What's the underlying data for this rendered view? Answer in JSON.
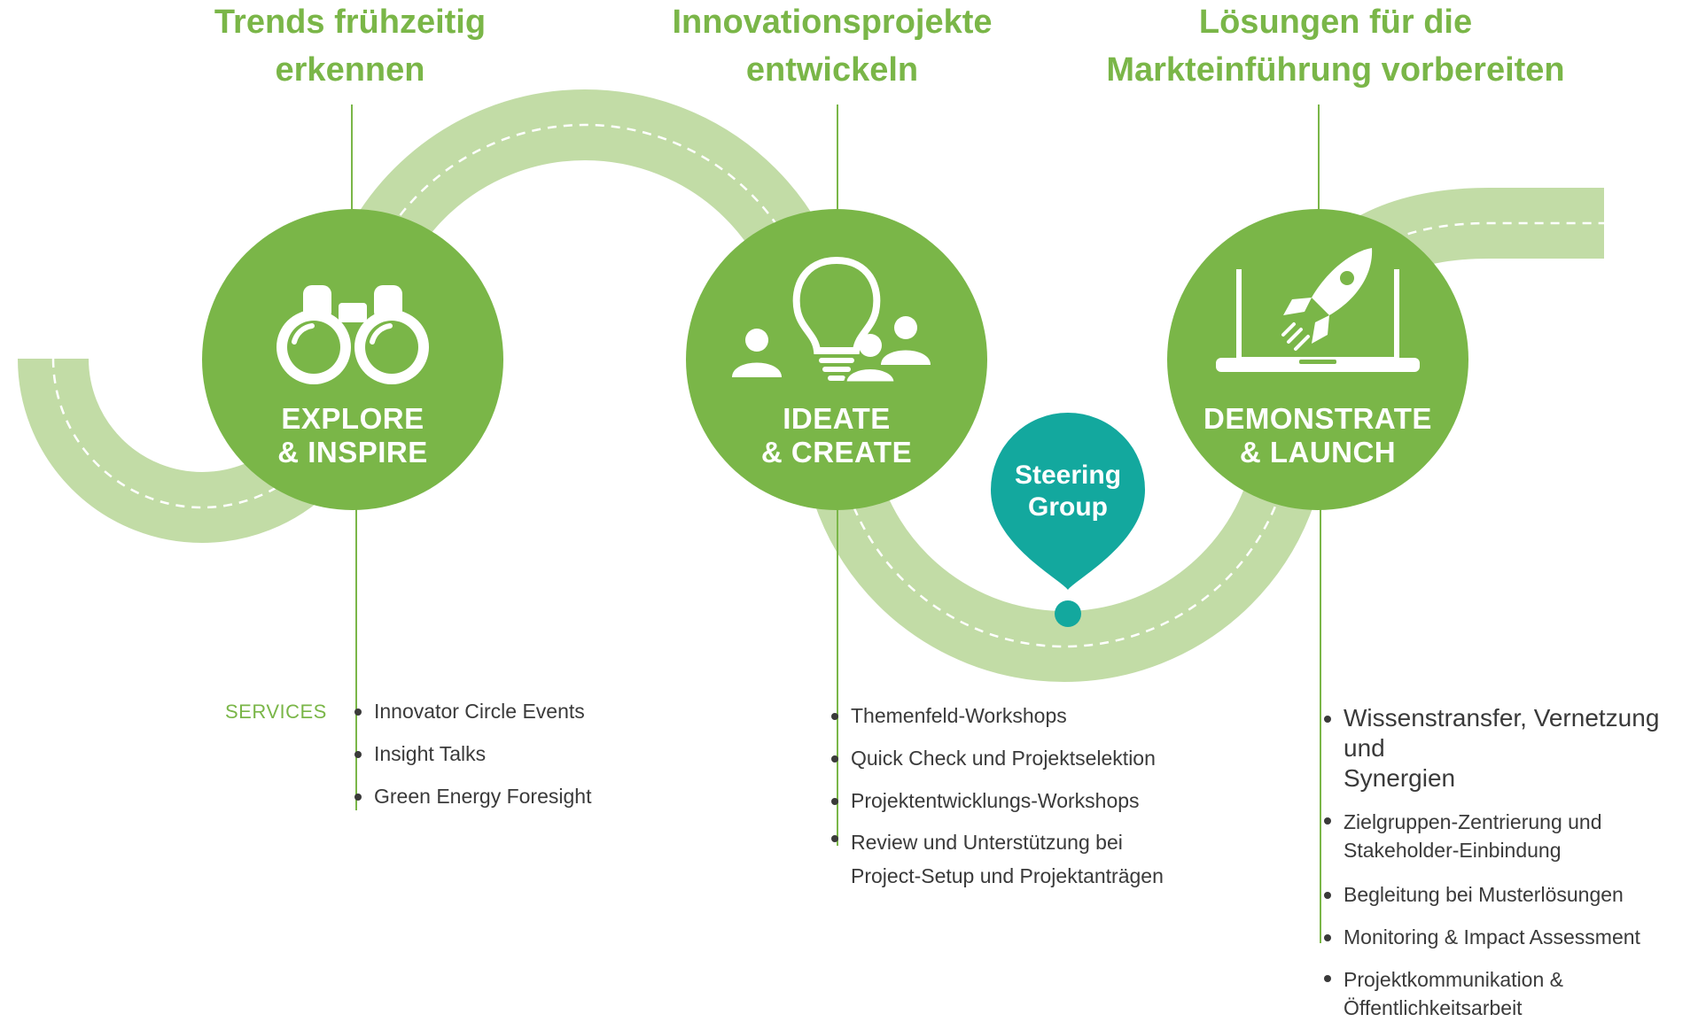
{
  "colors": {
    "accent": "#7ab648",
    "road": "#c2dca6",
    "teal": "#13a89e",
    "text": "#3a3a3a"
  },
  "headings": [
    {
      "lines": [
        "Trends frühzeitig",
        "erkennen"
      ]
    },
    {
      "lines": [
        "Innovationsprojekte",
        "entwickeln"
      ]
    },
    {
      "lines": [
        "Lösungen für die",
        "Markteinführung  vorbereiten"
      ]
    }
  ],
  "phases": [
    {
      "icon": "binoculars-icon",
      "title": [
        "EXPLORE",
        "& INSPIRE"
      ]
    },
    {
      "icon": "lightbulb-people-icon",
      "title": [
        "IDEATE",
        "& CREATE"
      ]
    },
    {
      "icon": "laptop-rocket-icon",
      "title": [
        "DEMONSTRATE",
        "& LAUNCH"
      ]
    }
  ],
  "steering": {
    "icon": "map-pin-icon",
    "lines": [
      "Steering",
      "Group"
    ]
  },
  "services_label": "SERVICES",
  "services": [
    {
      "items": [
        [
          "Innovator Circle Events"
        ],
        [
          "Insight Talks"
        ],
        [
          "Green Energy Foresight"
        ]
      ]
    },
    {
      "items": [
        [
          "Themenfeld-Workshops"
        ],
        [
          "Quick Check und Projektselektion"
        ],
        [
          "Projektentwicklungs-Workshops"
        ],
        [
          "Review und Unterstützung bei",
          "Project-Setup und Projektanträgen"
        ]
      ]
    },
    {
      "items": [
        [
          "Wissenstransfer, Vernetzung und",
          "Synergien"
        ],
        [
          "Zielgruppen-Zentrierung und",
          "Stakeholder-Einbindung"
        ],
        [
          "Begleitung bei Musterlösungen"
        ],
        [
          "Monitoring & Impact Assessment"
        ],
        [
          "Projektkommunikation &",
          "Öffentlichkeitsarbeit"
        ]
      ]
    }
  ]
}
